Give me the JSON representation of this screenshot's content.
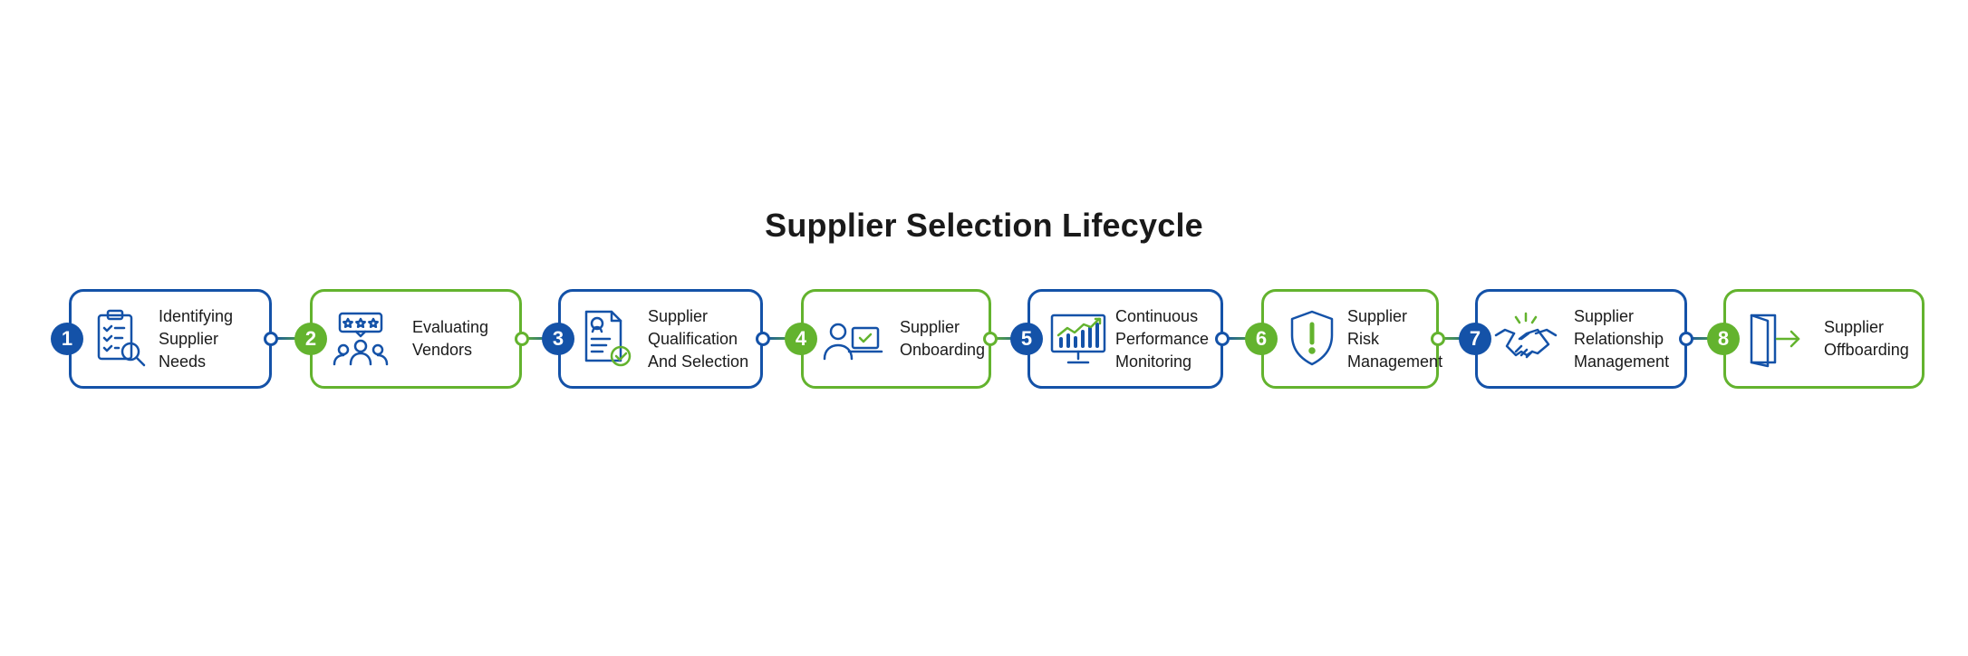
{
  "title": "Supplier Selection Lifecycle",
  "colors": {
    "blue": "#1452a8",
    "green": "#63b32e",
    "text": "#1a1a1a"
  },
  "steps": [
    {
      "number": "1",
      "label": "Identifying\nSupplier Needs",
      "icon": "clipboard-magnifier-icon",
      "color": "blue"
    },
    {
      "number": "2",
      "label": "Evaluating\nVendors",
      "icon": "group-rating-stars-icon",
      "color": "green"
    },
    {
      "number": "3",
      "label": "Supplier\nQualification\nAnd Selection",
      "icon": "document-checkmark-icon",
      "color": "blue"
    },
    {
      "number": "4",
      "label": "Supplier\nOnboarding",
      "icon": "person-laptop-check-icon",
      "color": "green"
    },
    {
      "number": "5",
      "label": "Continuous\nPerformance\nMonitoring",
      "icon": "monitor-chart-icon",
      "color": "blue"
    },
    {
      "number": "6",
      "label": "Supplier\nRisk\nManagement",
      "icon": "shield-exclamation-icon",
      "color": "green"
    },
    {
      "number": "7",
      "label": "Supplier\nRelationship\nManagement",
      "icon": "handshake-icon",
      "color": "blue"
    },
    {
      "number": "8",
      "label": "Supplier\nOffboarding",
      "icon": "exit-door-icon",
      "color": "green"
    }
  ]
}
